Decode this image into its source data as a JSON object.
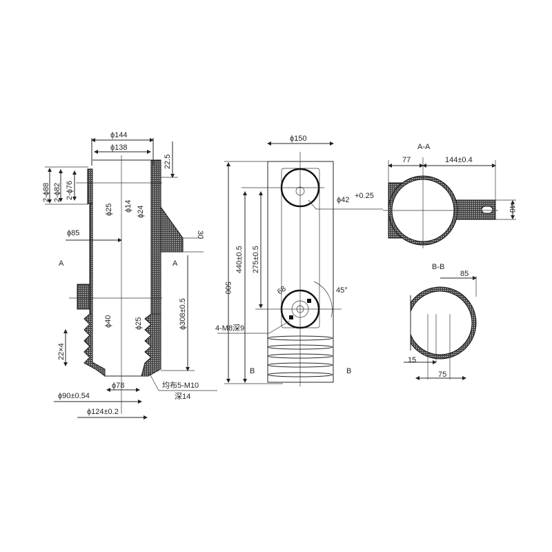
{
  "colors": {
    "line": "#222222",
    "fill": "#ffffff"
  },
  "front_view": {
    "dims": {
      "d144": "ϕ144",
      "d138": "ϕ138",
      "h22_5": "22.5",
      "d88": "2-ϕ88",
      "d82": "2-ϕ82",
      "d76": "2-ϕ76",
      "d25_top": "ϕ25",
      "d14": "ϕ14",
      "d24": "ϕ24",
      "h30": "30",
      "d85": "ϕ85",
      "section_a_left": "A",
      "section_a_right": "A",
      "d40": "ϕ40",
      "d25_bot": "ϕ25",
      "h308": "ϕ308±0.5",
      "pitch": "22×4",
      "d78": "ϕ78",
      "d90": "ϕ90±0.54",
      "d124": "ϕ124±0.2",
      "note_line1": "均布5-M10",
      "note_line2": "深14"
    }
  },
  "side_view": {
    "dims": {
      "d150": "ϕ150",
      "d42": "ϕ42",
      "tol42": "+0.25",
      "h500": "500",
      "h440": "440±0.5",
      "h275": "275±0.5",
      "d68": "68",
      "angle": "45°",
      "bolt": "4-M8深9",
      "section_b_left": "B",
      "section_b_right": "B"
    }
  },
  "section_aa": {
    "title": "A-A",
    "d77": "77",
    "d144": "144±0.4",
    "d40": "40"
  },
  "section_bb": {
    "title": "B-B",
    "d85": "85",
    "d15": "15",
    "d75": "75"
  }
}
